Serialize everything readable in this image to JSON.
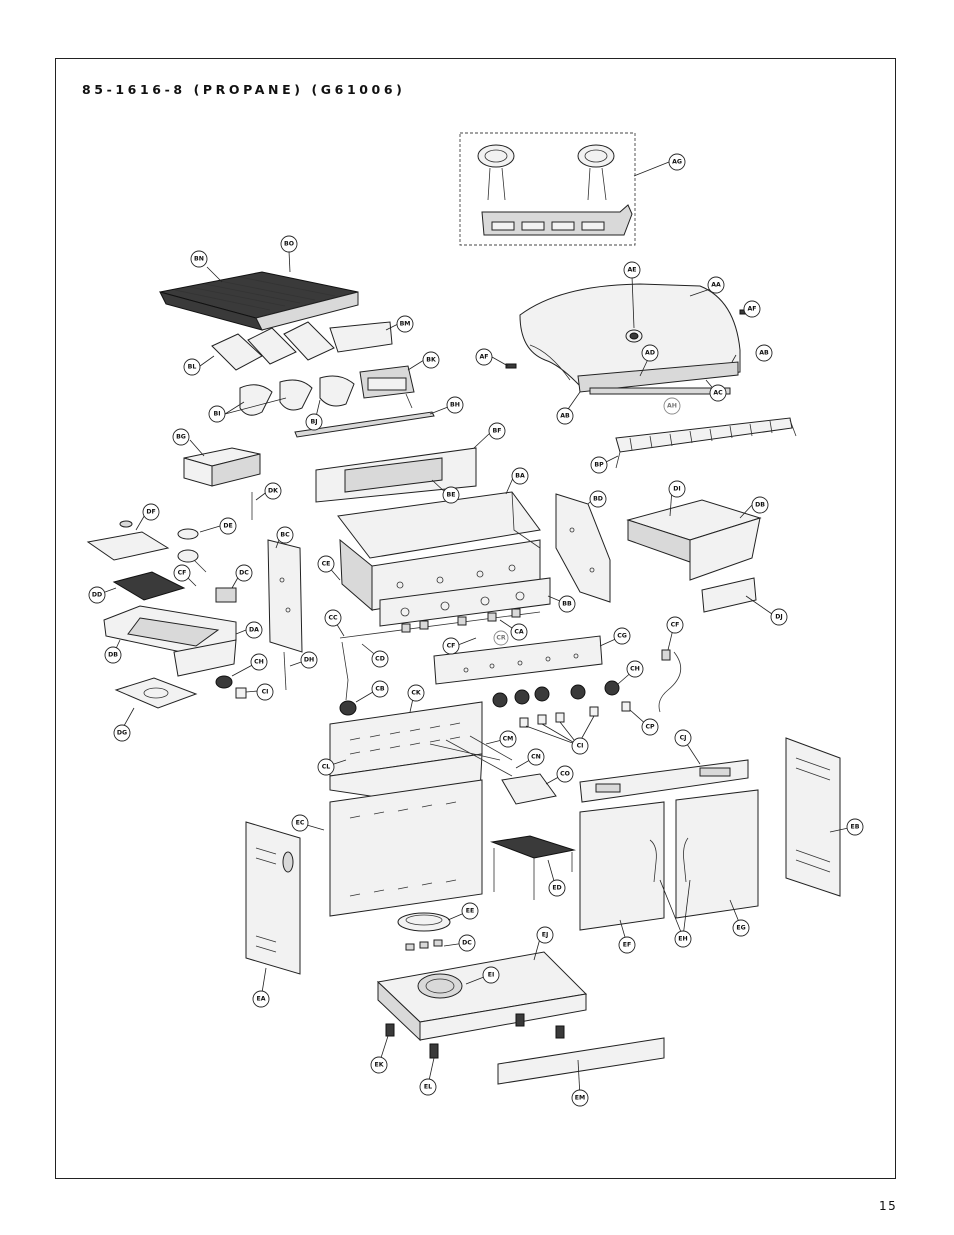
{
  "document": {
    "title": "85-1616-8 (PROPANE) (G61006)",
    "page_number": "15"
  },
  "callouts": {
    "AA": "AA",
    "AB": "AB",
    "AC": "AC",
    "AD": "AD",
    "AE": "AE",
    "AF": "AF",
    "AG": "AG",
    "AH": "AH",
    "BA": "BA",
    "BB": "BB",
    "BC": "BC",
    "BD": "BD",
    "BE": "BE",
    "BF": "BF",
    "BG": "BG",
    "BH": "BH",
    "BI": "BI",
    "BJ": "BJ",
    "BK": "BK",
    "BL": "BL",
    "BM": "BM",
    "BN": "BN",
    "BO": "BO",
    "BP": "BP",
    "CA": "CA",
    "CB": "CB",
    "CC": "CC",
    "CD": "CD",
    "CE": "CE",
    "CF": "CF",
    "CG": "CG",
    "CH": "CH",
    "CI": "CI",
    "CJ": "CJ",
    "CK": "CK",
    "CL": "CL",
    "CM": "CM",
    "CN": "CN",
    "CO": "CO",
    "CP": "CP",
    "CR": "CR",
    "DA": "DA",
    "DB": "DB",
    "DC": "DC",
    "DD": "DD",
    "DE": "DE",
    "DF": "DF",
    "DG": "DG",
    "DH": "DH",
    "DI": "DI",
    "DJ": "DJ",
    "DK": "DK",
    "EA": "EA",
    "EB": "EB",
    "EC": "EC",
    "ED": "ED",
    "EE": "EE",
    "EF": "EF",
    "EG": "EG",
    "EH": "EH",
    "EI": "EI",
    "EJ": "EJ",
    "EK": "EK",
    "EL": "EL",
    "EM": "EM"
  }
}
